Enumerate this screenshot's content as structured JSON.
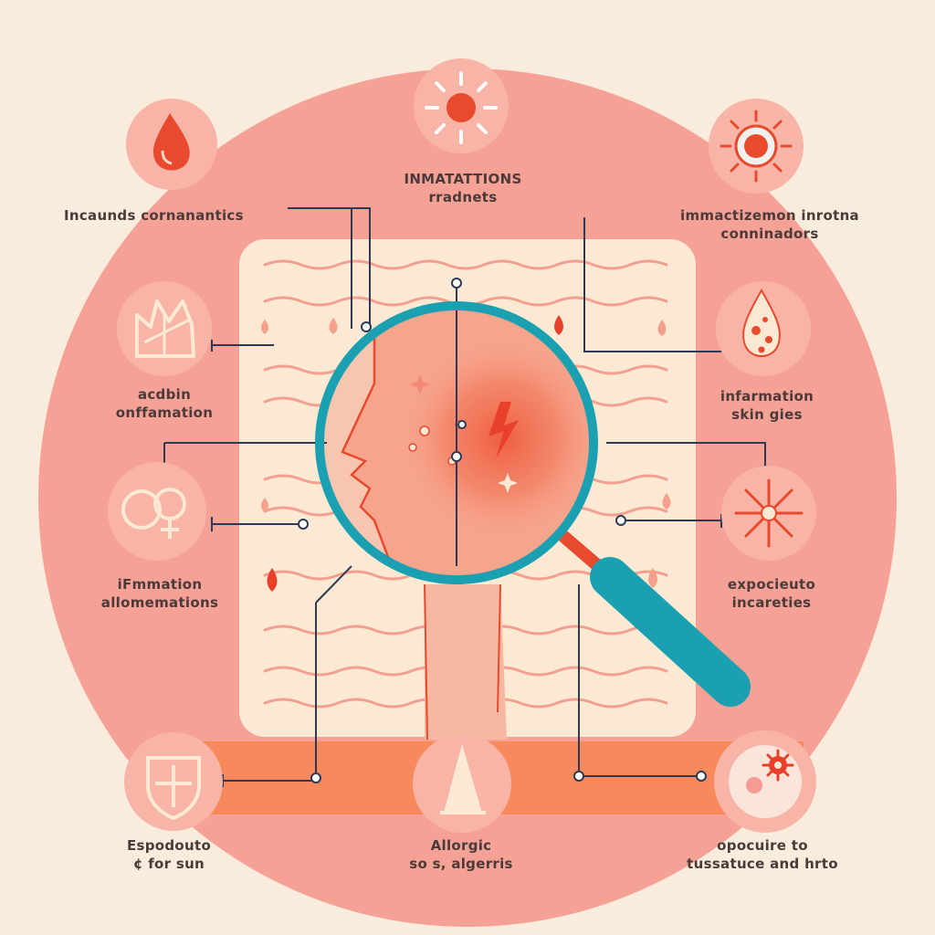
{
  "colors": {
    "background": "#f9ecdd",
    "circle": "#f6a196",
    "panel": "#fbe9d4",
    "band": "#f7895c",
    "badge": "#f8b4a6",
    "icon_stroke": "#e84a2e",
    "connector": "#2d3a56",
    "magnifier": "#1aa0b0",
    "handle": "#27a6b3"
  },
  "labels": {
    "top_center": [
      "INMATATTIONS",
      "rradnets"
    ],
    "top_left": [
      "Incaunds cornanantics"
    ],
    "top_right": [
      "immactizemon inrotna",
      "conninadors"
    ],
    "mid_left": [
      "acdbin",
      "onffamation"
    ],
    "mid_right": [
      "infarmation",
      "skin gies"
    ],
    "lower_left": [
      "iFmmation",
      "allomemations"
    ],
    "lower_right": [
      "expocieuto",
      "incareties"
    ],
    "bottom_left": [
      "Espodouto",
      "¢ for sun"
    ],
    "bottom_center": [
      "Allorgic",
      "so s, algerris"
    ],
    "bottom_right": [
      "opocuire to",
      "tussatuce and hrto"
    ]
  },
  "icons": {
    "top_left": "blood-drop-icon",
    "top_center": "sun-icon",
    "top_right": "sun-icon",
    "mid_left": "flame-icon",
    "mid_right": "spotted-drop-icon",
    "lower_left": "gender-symbol-icon",
    "lower_right": "flower-burst-icon",
    "bottom_left": "shield-cross-icon",
    "bottom_center": "cone-icon",
    "bottom_right": "skin-spot-icon",
    "center": "magnifying-glass-icon"
  }
}
